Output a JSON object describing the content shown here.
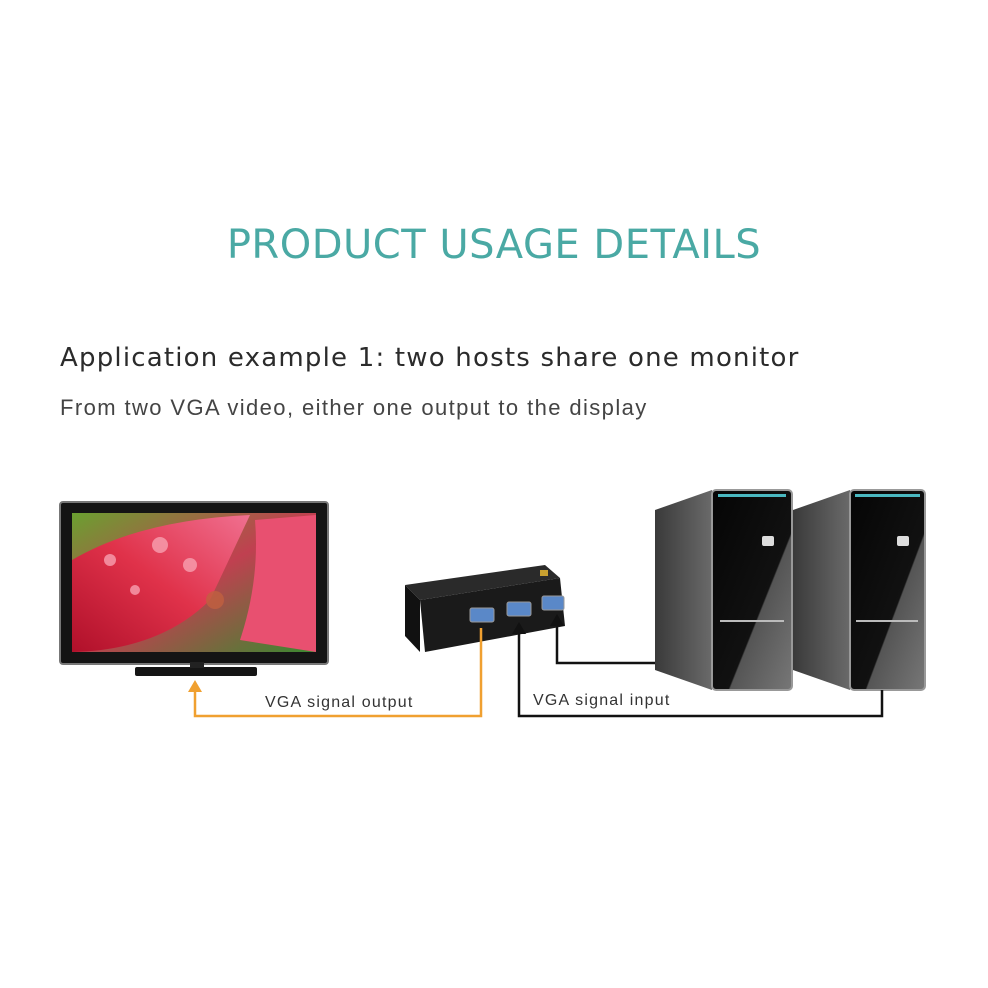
{
  "header": {
    "title": "PRODUCT USAGE DETAILS",
    "title_color": "#4aa9a4"
  },
  "example": {
    "heading": "Application example 1: two hosts share one monitor",
    "description": "From two VGA video, either one output to the display"
  },
  "diagram": {
    "devices": [
      {
        "name": "monitor",
        "icon": "monitor-icon"
      },
      {
        "name": "vga-switch",
        "icon": "vga-switch-icon",
        "ports": 3
      },
      {
        "name": "host-pc-1",
        "icon": "desktop-tower-icon"
      },
      {
        "name": "host-pc-2",
        "icon": "desktop-tower-icon"
      }
    ],
    "connections": [
      {
        "label": "VGA signal output",
        "from": "vga-switch",
        "to": "monitor",
        "color": "#f0a030"
      },
      {
        "label": "VGA signal input",
        "from": "host-pc-1",
        "to": "vga-switch",
        "color": "#111111"
      },
      {
        "label": "",
        "from": "host-pc-2",
        "to": "vga-switch",
        "color": "#111111"
      }
    ],
    "output_label": "VGA signal output",
    "input_label": "VGA signal input"
  }
}
